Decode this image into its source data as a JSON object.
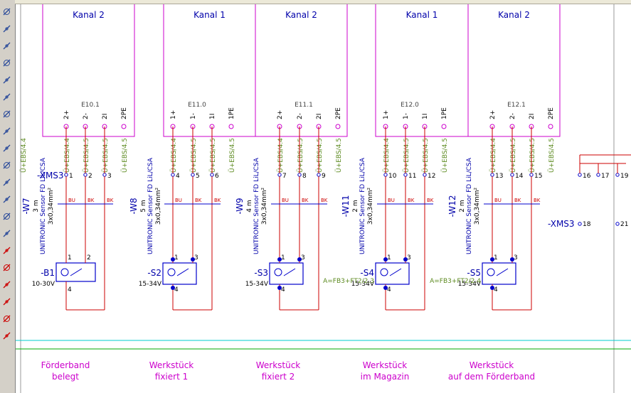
{
  "toolbar": {
    "icons": [
      "line-tool-icon",
      "move-tool-icon",
      "polyline-tool-icon",
      "rectangle-tool-icon",
      "polygon-tool-icon",
      "circle-tool-icon",
      "arc-tool-icon",
      "ellipse-tool-icon",
      "text-tool-icon",
      "curve-tool-icon",
      "link-tool-icon",
      "image-tool-icon",
      "symbol-tool-icon",
      "connect-tool-icon",
      "wire-tool-icon",
      "bus-tool-icon",
      "junction-tool-icon",
      "terminal-tool-icon",
      "delete-tool-icon",
      "zoom-tool-icon"
    ]
  },
  "colors": {
    "module": "#cc00cc",
    "wire": "#cc0000",
    "device": "#0000cc",
    "address": "#5c8a1f",
    "green_line": "#00aa00",
    "cyan_line": "#00cccc",
    "caption": "#cc00cc"
  },
  "modules": [
    {
      "channel": "Kanal 2",
      "name": "",
      "pins": []
    },
    {
      "channel": "Kanal 1",
      "name": "",
      "pins": []
    },
    {
      "channel": "Kanal 2",
      "name": "",
      "pins": []
    },
    {
      "channel": "Kanal 1",
      "name": "",
      "pins": []
    },
    {
      "channel": "Kanal 2",
      "name": "",
      "pins": []
    }
  ],
  "io_blocks": [
    {
      "name": "E10.1",
      "pins": [
        "2+",
        "2-",
        "2I",
        "2PE"
      ]
    },
    {
      "name": "E11.0",
      "pins": [
        "1+",
        "1-",
        "1I",
        "1PE"
      ]
    },
    {
      "name": "E11.1",
      "pins": [
        "2+",
        "2-",
        "2I",
        "2PE"
      ]
    },
    {
      "name": "E12.0",
      "pins": [
        "1+",
        "1-",
        "1I",
        "1PE"
      ]
    },
    {
      "name": "E12.1",
      "pins": [
        "2+",
        "2-",
        "2I",
        "2PE"
      ]
    }
  ],
  "address_labels": [
    "Ü+EBS/4.4",
    "Ü+EBS/4.5"
  ],
  "terminal_strip": {
    "name": "-XMS3",
    "numbers": [
      "1",
      "2",
      "3",
      "4",
      "5",
      "6",
      "7",
      "8",
      "9",
      "10",
      "11",
      "12",
      "13",
      "14",
      "15",
      "16",
      "17",
      "19"
    ],
    "second_ref": "-XMS3",
    "second_numbers": [
      "18",
      "21"
    ]
  },
  "cables": [
    {
      "name": "-W7",
      "length": "3 m",
      "type": "UNITRONIC Sensor FD LiL/CSA",
      "cross": "3x0,34mm²"
    },
    {
      "name": "-W8",
      "length": "5 m",
      "type": "UNITRONIC Sensor FD LiL/CSA",
      "cross": "3x0,34mm²"
    },
    {
      "name": "-W9",
      "length": "4 m",
      "type": "UNITRONIC Sensor FD LiL/CSA",
      "cross": "3x0,34mm²"
    },
    {
      "name": "-W11",
      "length": "2 m",
      "type": "UNITRONIC Sensor FD LiL/CSA",
      "cross": "3x0,34mm²"
    },
    {
      "name": "-W12",
      "length": "2 m",
      "type": "UNITRONIC Sensor FD LiL/CSA",
      "cross": "3x0,34mm²"
    }
  ],
  "core_colors": [
    "BU",
    "BK",
    "BK"
  ],
  "sensors": [
    {
      "name": "-B1",
      "voltage": "10-30V",
      "ref": "",
      "pins": [
        "1",
        "2",
        "4"
      ]
    },
    {
      "name": "-S2",
      "voltage": "15-34V",
      "ref": "",
      "pins": [
        "1",
        "3",
        "4"
      ]
    },
    {
      "name": "-S3",
      "voltage": "15-34V",
      "ref": "",
      "pins": [
        "1",
        "3",
        "4"
      ]
    },
    {
      "name": "-S4",
      "voltage": "15-34V",
      "ref": "A=FB3+FT2/2.3",
      "pins": [
        "1",
        "3",
        "4"
      ]
    },
    {
      "name": "-S5",
      "voltage": "15-34V",
      "ref": "A=FB3+FT2/2.4",
      "pins": [
        "1",
        "3",
        "4"
      ]
    }
  ],
  "captions": [
    {
      "line1": "Förderband",
      "line2": "belegt"
    },
    {
      "line1": "Werkstück",
      "line2": "fixiert 1"
    },
    {
      "line1": "Werkstück",
      "line2": "fixiert 2"
    },
    {
      "line1": "Werkstück",
      "line2": "im Magazin"
    },
    {
      "line1": "Werkstück",
      "line2": "auf dem Förderband"
    }
  ]
}
